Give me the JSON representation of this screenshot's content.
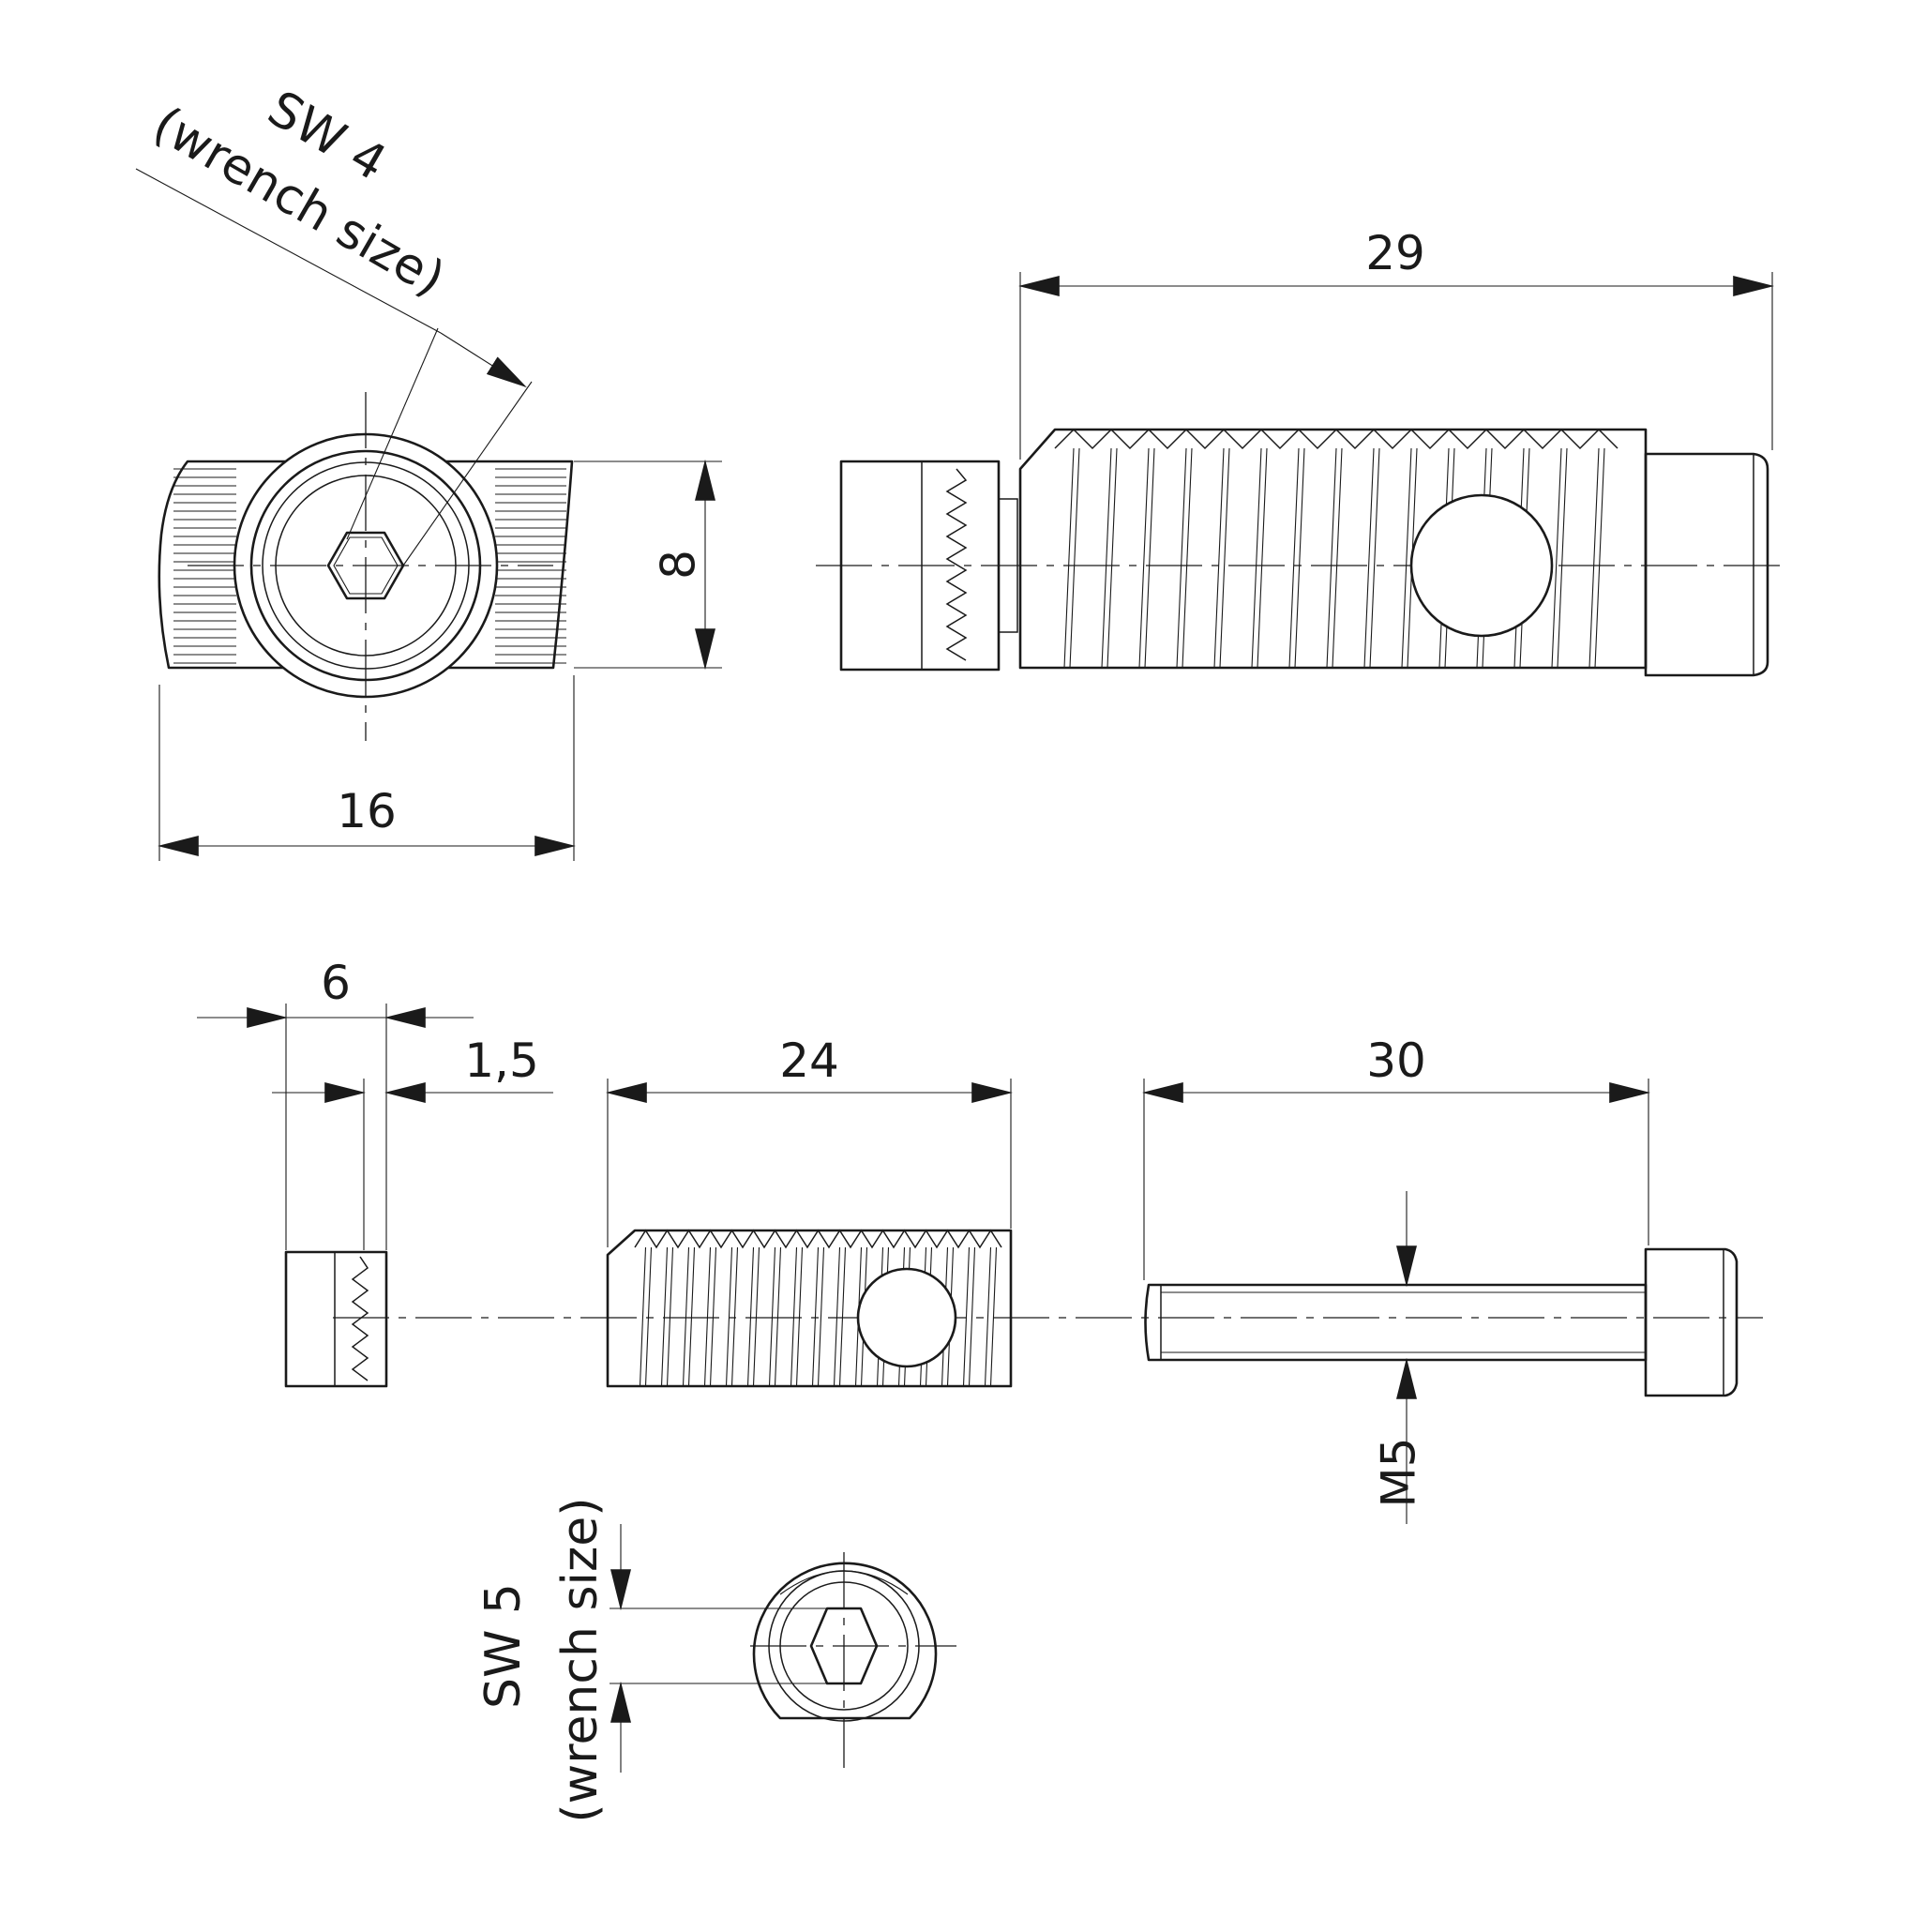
{
  "drawing": {
    "dimensions": {
      "width_16": "16",
      "height_8": "8",
      "length_29": "29",
      "width_6": "6",
      "gap_1_5": "1,5",
      "length_24": "24",
      "length_30": "30",
      "thread_m5": "M5"
    },
    "labels": {
      "sw4_line1": "SW 4",
      "sw4_line2": "(wrench size)",
      "sw5_line1": "SW 5",
      "sw5_line2": "(wrench size)"
    }
  }
}
